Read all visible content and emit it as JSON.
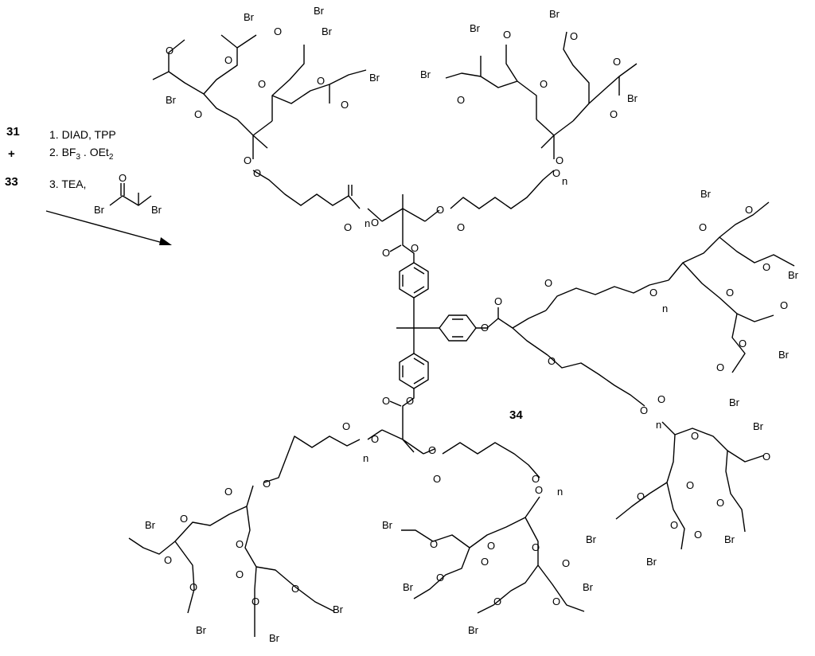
{
  "reaction": {
    "reactant_a": "31",
    "plus": "+",
    "reactant_b": "33",
    "steps": [
      "1. DIAD, TPP",
      "2. BF",
      "3. TEA,"
    ],
    "step2_sub3": "3",
    "step2_rest": " . OEt",
    "step2_sub2": "2",
    "reagent_br": "Br",
    "reagent_o": "O"
  },
  "product": {
    "label": "34"
  },
  "atoms": {
    "br": "Br",
    "o": "O",
    "n": "n"
  }
}
